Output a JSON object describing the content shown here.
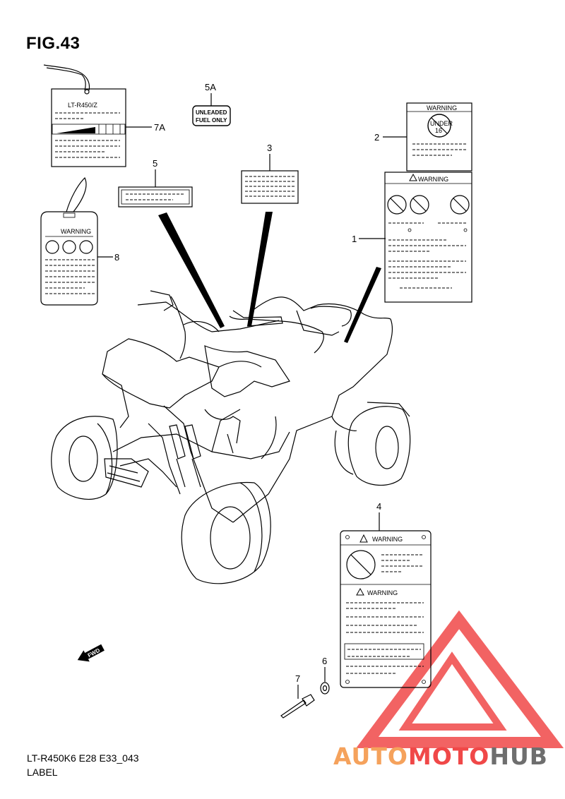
{
  "figure": {
    "title": "FIG.43"
  },
  "footer": {
    "code": "LT-R450K6 E28 E33_043",
    "name": "LABEL"
  },
  "callouts": [
    {
      "id": "1",
      "text": "1"
    },
    {
      "id": "2",
      "text": "2"
    },
    {
      "id": "3",
      "text": "3"
    },
    {
      "id": "4",
      "text": "4"
    },
    {
      "id": "5",
      "text": "5"
    },
    {
      "id": "5A",
      "text": "5A"
    },
    {
      "id": "6",
      "text": "6"
    },
    {
      "id": "7",
      "text": "7"
    },
    {
      "id": "7A",
      "text": "7A"
    },
    {
      "id": "8",
      "text": "8"
    }
  ],
  "labels": {
    "model_tag_text": "LT-R450/Z",
    "unleaded_line1": "UNLEADED",
    "unleaded_line2": "FUEL ONLY",
    "warning_word": "WARNING",
    "under16_text": "UNDER",
    "under16_age": "16",
    "fwd_text": "FWD"
  },
  "watermark": {
    "part1": "AUTO",
    "part2": "MOTO",
    "part3": "HUB",
    "colors": {
      "auto": "#f5a25c",
      "moto": "#f04848",
      "hub": "#6e6e6e",
      "triangle": "#f04848"
    }
  },
  "colors": {
    "line": "#000000",
    "background": "#ffffff"
  }
}
